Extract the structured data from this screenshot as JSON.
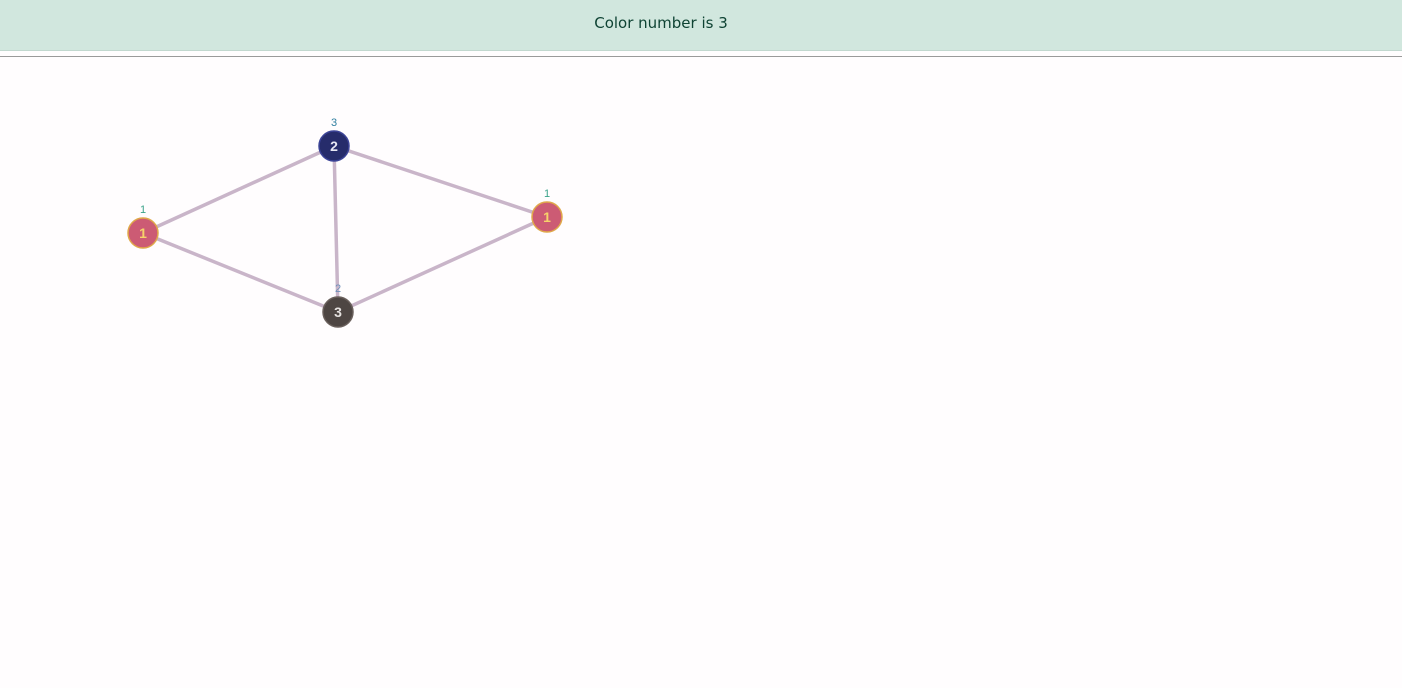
{
  "header": {
    "status_text": "Color number is 3"
  },
  "graph": {
    "edge_color": "#c9b5c9",
    "nodes": [
      {
        "id": "a",
        "label": "1",
        "color_number": "1",
        "fill": "#cc5b74",
        "stroke": "#e0a84a",
        "text_color": "#f7d26a",
        "number_color": "#3aa38a"
      },
      {
        "id": "b",
        "label": "2",
        "color_number": "3",
        "fill": "#262c6b",
        "stroke": "#3c4497",
        "text_color": "#e8e8f4",
        "number_color": "#2f7fa0"
      },
      {
        "id": "c",
        "label": "1",
        "color_number": "1",
        "fill": "#cc5b74",
        "stroke": "#e0a84a",
        "text_color": "#f7d26a",
        "number_color": "#3aa38a"
      },
      {
        "id": "d",
        "label": "3",
        "color_number": "2",
        "fill": "#4e4643",
        "stroke": "#6a605c",
        "text_color": "#e6e2e0",
        "number_color": "#6f8fb8"
      }
    ],
    "edges": [
      [
        "a",
        "b"
      ],
      [
        "a",
        "d"
      ],
      [
        "b",
        "c"
      ],
      [
        "b",
        "d"
      ],
      [
        "c",
        "d"
      ]
    ]
  }
}
